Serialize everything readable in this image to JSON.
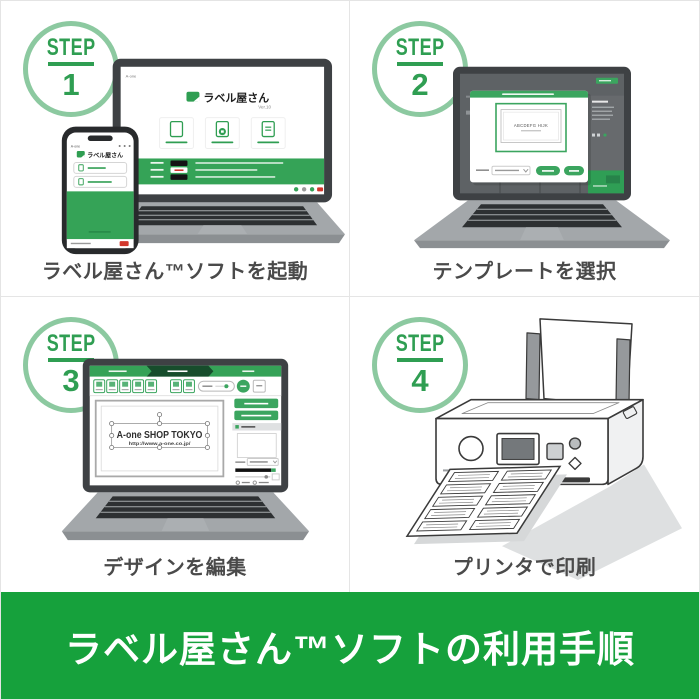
{
  "page": {
    "title": "ラベル屋さん™ソフトの利用手順"
  },
  "steps": [
    {
      "label": "STEP",
      "number": "1",
      "caption": "ラベル屋さん™ソフトを起動"
    },
    {
      "label": "STEP",
      "number": "2",
      "caption": "テンプレートを選択"
    },
    {
      "label": "STEP",
      "number": "3",
      "caption": "デザインを編集"
    },
    {
      "label": "STEP",
      "number": "4",
      "caption": "プリンタで印刷"
    }
  ],
  "screens": {
    "launcher": {
      "brand": "A-one",
      "app_name": "ラベル屋さん",
      "version": "Ver.10"
    },
    "phone": {
      "brand": "A-one",
      "app_name": "ラベル屋さん"
    },
    "template_dialog": {
      "sample_text": "ABCDEFG HIJK"
    },
    "editor": {
      "label_title": "A-one SHOP TOKYO",
      "label_url": "http://www.a-one.co.jp/"
    }
  },
  "colors": {
    "banner_green": "#16A13C",
    "ui_green": "#3BA55F",
    "logo_green": "#2F9E52",
    "ring_green": "#8CC9A0",
    "caption_gray": "#4A4A4A"
  }
}
